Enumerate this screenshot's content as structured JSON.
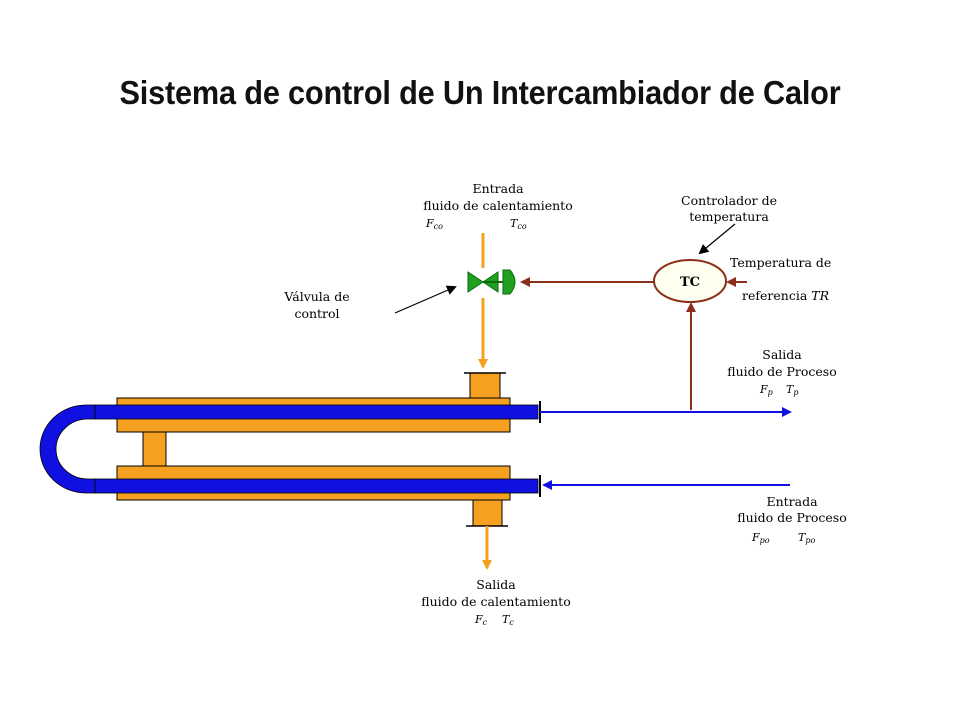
{
  "title": "Sistema de control de Un Intercambiador de Calor",
  "labels": {
    "heating_in_line1": "Entrada",
    "heating_in_line2": "fluido de calentamiento",
    "heating_in_vars_f": "F",
    "heating_in_vars_f_sub": "co",
    "heating_in_vars_t": "T",
    "heating_in_vars_t_sub": "co",
    "controller_line1": "Controlador de",
    "controller_line2": "temperatura",
    "controller_tag": "TC",
    "reference_line1": "Temperatura de",
    "reference_line2": "referencia",
    "reference_var": "TR",
    "valve_line1": "Válvula de",
    "valve_line2": "control",
    "process_out_line1": "Salida",
    "process_out_line2": "fluido de Proceso",
    "process_out_f": "F",
    "process_out_f_sub": "p",
    "process_out_t": "T",
    "process_out_t_sub": "p",
    "process_in_line1": "Entrada",
    "process_in_line2": "fluido de Proceso",
    "process_in_f": "F",
    "process_in_f_sub": "po",
    "process_in_t": "T",
    "process_in_t_sub": "po",
    "heating_out_line1": "Salida",
    "heating_out_line2": "fluido de calentamiento",
    "heating_out_f": "F",
    "heating_out_f_sub": "c",
    "heating_out_t": "T",
    "heating_out_t_sub": "c"
  },
  "colors": {
    "shell": "#F5A020",
    "tube": "#1010E0",
    "signal": "#8B2E1A",
    "valve": "#1FA01F",
    "heating_line": "#F5A020",
    "process_line": "#1010E0"
  }
}
